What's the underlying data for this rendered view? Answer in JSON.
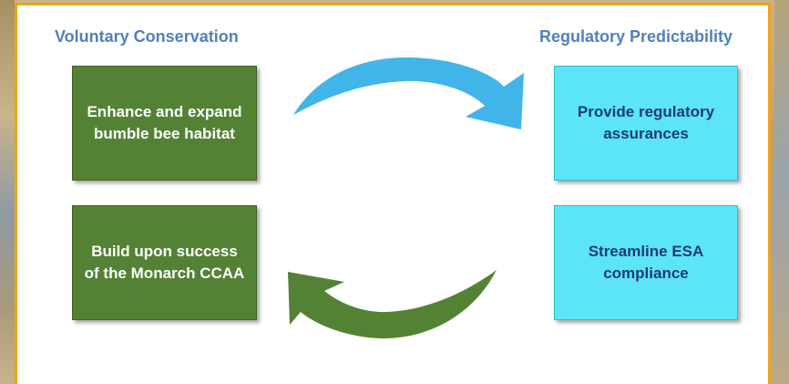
{
  "headings": {
    "left": "Voluntary Conservation",
    "right": "Regulatory Predictability"
  },
  "boxes": {
    "top_left": "Enhance and expand bumble bee habitat",
    "bottom_left": "Build upon success of the Monarch CCAA",
    "top_right": "Provide regulatory assurances",
    "bottom_right": "Streamline ESA compliance"
  },
  "colors": {
    "frame_border": "#f0a21c",
    "heading_text": "#4f81bd",
    "green_box": "#548235",
    "cyan_box": "#5ce5f6",
    "top_arrow": "#41b4ea",
    "bottom_arrow": "#548235"
  },
  "arrows": {
    "top": "curved-arrow-right",
    "bottom": "curved-arrow-left"
  }
}
